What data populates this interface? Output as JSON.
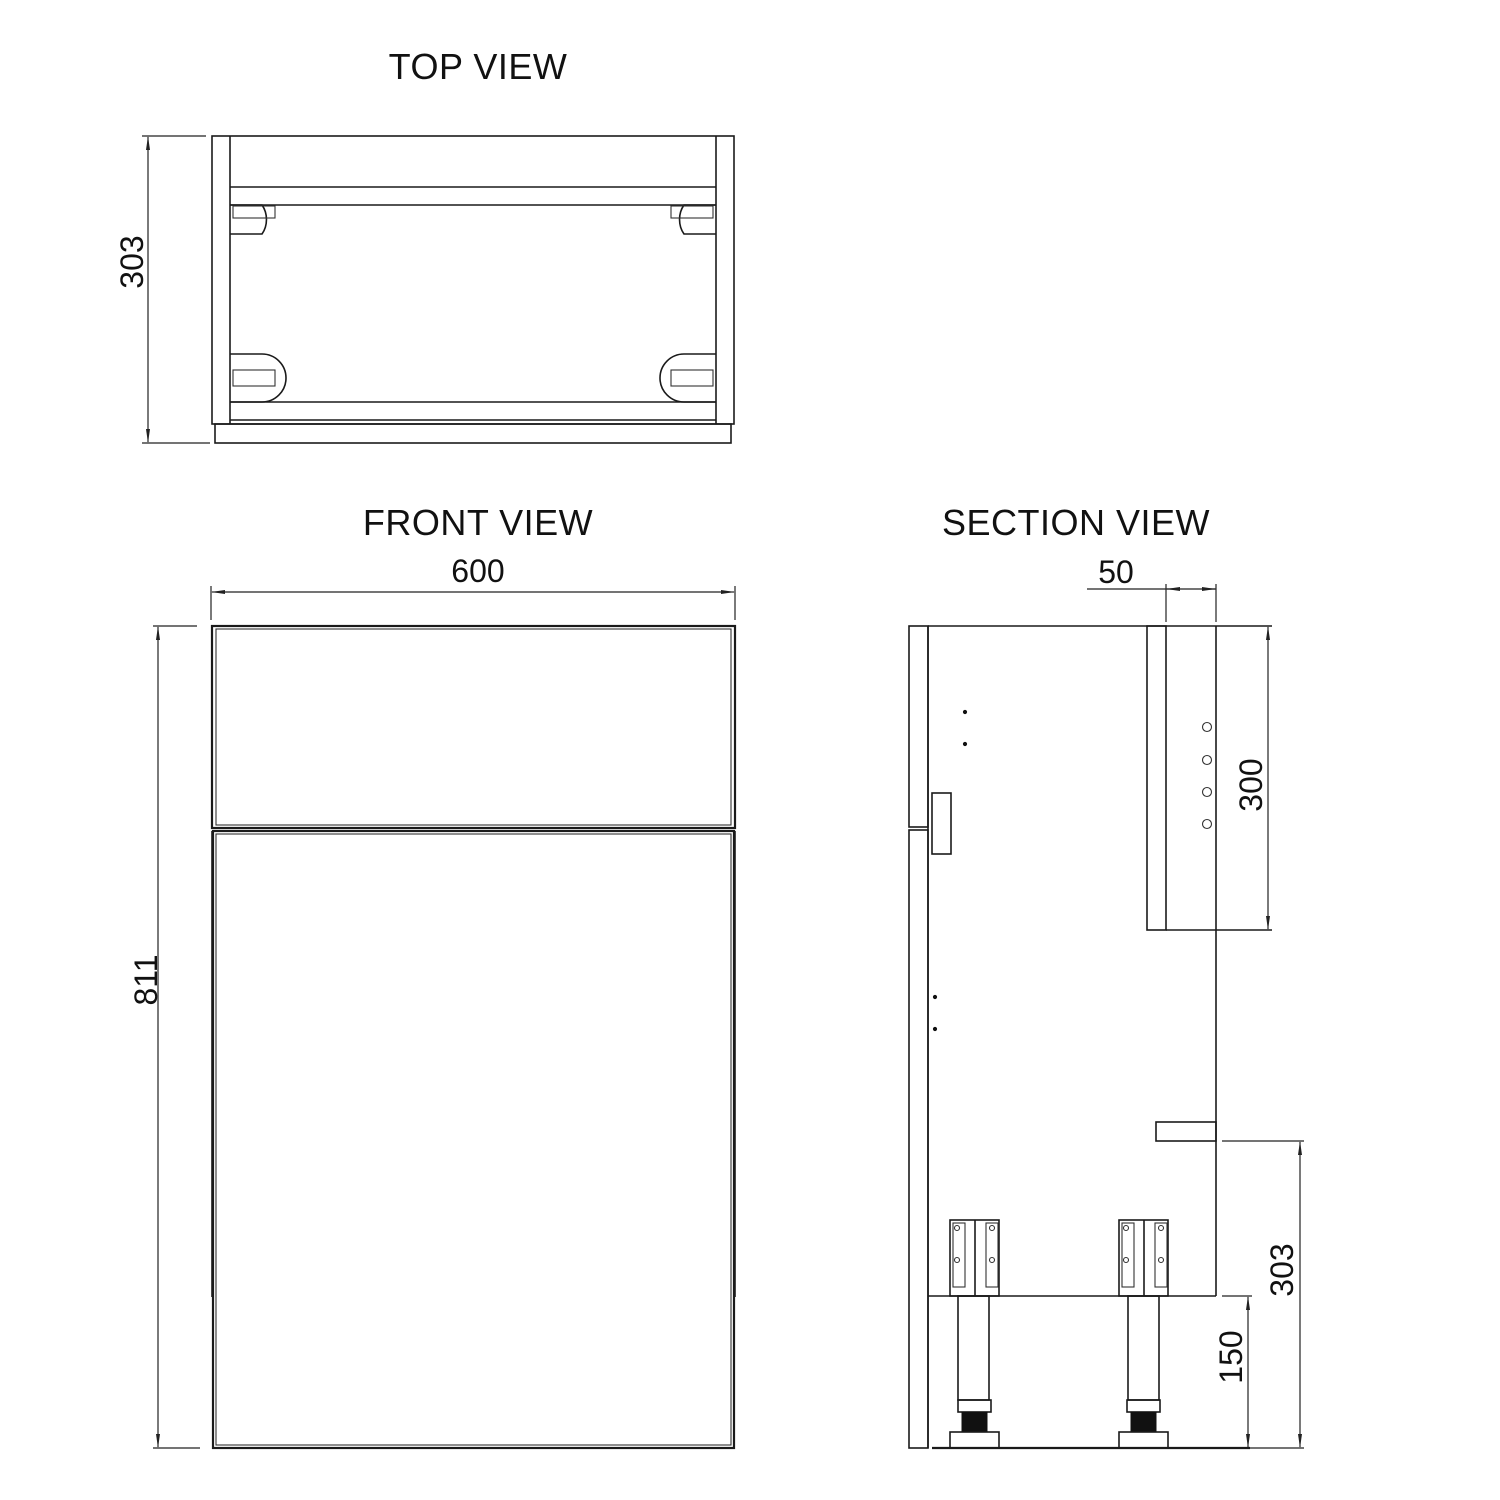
{
  "views": {
    "top": {
      "title": "TOP VIEW",
      "depth_dim": "303"
    },
    "front": {
      "title": "FRONT VIEW",
      "width_dim": "600",
      "height_dim": "811"
    },
    "section": {
      "title": "SECTION VIEW",
      "panel_offset_dim": "50",
      "rail_height_dim": "300",
      "shelf_height_dim": "303",
      "leg_height_dim": "150"
    }
  },
  "colors": {
    "line": "#1a1a1a",
    "background": "#ffffff"
  }
}
